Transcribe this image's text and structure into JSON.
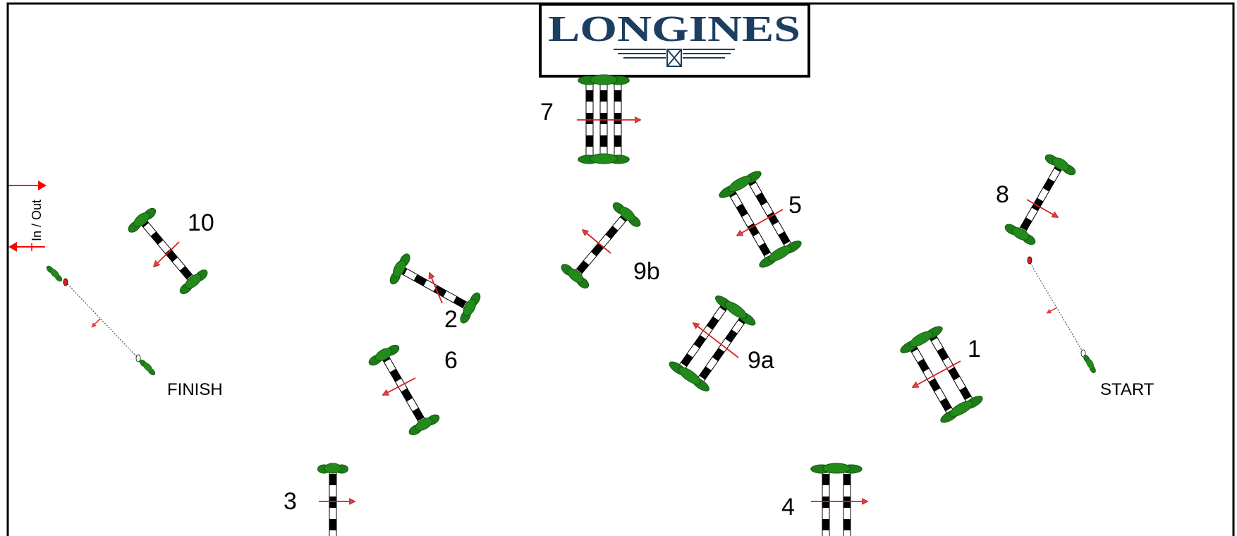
{
  "logo": {
    "text": "LONGINES"
  },
  "gate": {
    "label": "In / Out"
  },
  "markers": {
    "start": "START",
    "finish": "FINISH"
  },
  "colors": {
    "border": "#000000",
    "logo_navy": "#1c3e60",
    "foliage": "#1e7d18",
    "foliage_dark": "#145c10",
    "arrow": "#d62020",
    "gate_arrow": "#ff0000"
  },
  "fences": [
    {
      "id": "1",
      "label": "1",
      "kind": "oxer"
    },
    {
      "id": "2",
      "label": "2",
      "kind": "vertical"
    },
    {
      "id": "3",
      "label": "3",
      "kind": "vertical"
    },
    {
      "id": "4",
      "label": "4",
      "kind": "oxer"
    },
    {
      "id": "5",
      "label": "5",
      "kind": "oxer"
    },
    {
      "id": "6",
      "label": "6",
      "kind": "vertical"
    },
    {
      "id": "7",
      "label": "7",
      "kind": "triple-bar"
    },
    {
      "id": "8",
      "label": "8",
      "kind": "vertical"
    },
    {
      "id": "9a",
      "label": "9a",
      "kind": "oxer"
    },
    {
      "id": "9b",
      "label": "9b",
      "kind": "vertical"
    },
    {
      "id": "10",
      "label": "10",
      "kind": "vertical"
    }
  ]
}
